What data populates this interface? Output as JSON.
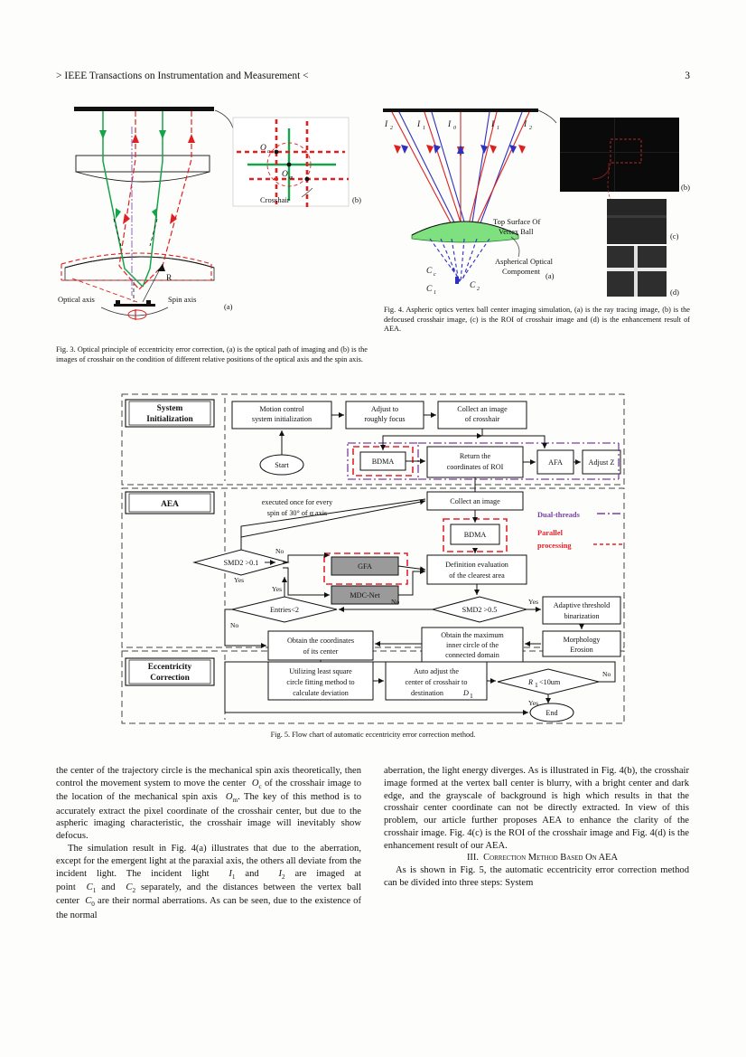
{
  "header": {
    "journal": "> IEEE Transactions on Instrumentation and Measurement <",
    "page": "3"
  },
  "fig3": {
    "label_a": "(a)",
    "label_b": "(b)",
    "optical_axis": "Optical axis",
    "spin_axis": "Spin axis",
    "radius": "R",
    "crosshair": "Crosshair",
    "o_c": "O",
    "o_c_sub": "c",
    "o_m": "O",
    "o_m_sub": "m",
    "caption": "Fig. 3.    Optical principle of eccentricity error correction, (a) is the optical path of imaging and (b) is the images of crosshair on the condition of different relative positions of the optical axis and the spin axis."
  },
  "fig4": {
    "rays": [
      "I",
      "I",
      "I",
      "I",
      "I"
    ],
    "ray_subs": [
      "2",
      "1",
      "0",
      "1",
      "2"
    ],
    "top_surface": "Top Surface Of",
    "vertex_ball": "Vertex Ball",
    "aspherical1": "Aspherical Optical",
    "aspherical2": "Compoment",
    "c_c": "C",
    "c_c_sub": "c",
    "c_1": "C",
    "c_1_sub": "1",
    "c_2": "C",
    "c_2_sub": "2",
    "label_a": "(a)",
    "label_b": "(b)",
    "label_c": "(c)",
    "label_d": "(d)",
    "caption": "Fig. 4.    Aspheric optics vertex ball center imaging simulation, (a) is the ray tracing image, (b) is the defocused crosshair image, (c) is the ROI of crosshair image and (d) is the enhancement result of AEA."
  },
  "fig5": {
    "caption": "Fig. 5.    Flow chart of automatic eccentricity error correction method.",
    "stages": [
      {
        "line1": "System",
        "line2": "Initialization"
      },
      {
        "line1": "AEA",
        "line2": ""
      },
      {
        "line1": "Eccentricity",
        "line2": "Correction"
      }
    ],
    "nodes": {
      "motion_control": [
        "Motion control",
        "system initialization"
      ],
      "adjust_focus": [
        "Adjust to",
        "roughly focus"
      ],
      "collect_crosshair": [
        "Collect an image",
        "of crosshair"
      ],
      "start": "Start",
      "bdma1": "BDMA",
      "return_roi": [
        "Return the",
        "coordinates of ROI"
      ],
      "afa": "AFA",
      "adjust_z": "Adjust Z",
      "collect_image": "Collect an image",
      "bdma2": "BDMA",
      "note": [
        "executed once for every",
        "spin of 30° of α axis"
      ],
      "gfa": "GFA",
      "mdcnet": "MDC-Net",
      "definition": [
        "Definition evaluation",
        "of the clearest area"
      ],
      "adaptive": [
        "Adaptive threshold",
        "binarization"
      ],
      "morphology": [
        "Morphology",
        "Erosion"
      ],
      "max_inner": [
        "Obtain the maximum",
        "inner circle of the",
        "connected domain"
      ],
      "obtain_center": [
        "Obtain the coordinates",
        "of its center"
      ],
      "least_square": [
        "Utilizing least square",
        "circle fitting method to",
        "calculate deviation"
      ],
      "auto_adjust": [
        "Auto adjust the",
        "center of crosshair to",
        "destination"
      ],
      "destination_sym": "D",
      "destination_sub": "1",
      "end": "End"
    },
    "decisions": {
      "smd2_01": "SMD2 >0.1",
      "entries": "Entries<2",
      "smd2_05": "SMD2 >0.5",
      "radius_check": "R",
      "radius_sub": "1",
      "radius_rest": " <10um"
    },
    "edge_labels": {
      "no": "No",
      "yes": "Yes"
    },
    "legend": {
      "dual_threads": "Dual-threads",
      "parallel1": "Parallel",
      "parallel2": "processing",
      "dual_color": "#7b3fa0",
      "parallel_color": "#e8202a"
    }
  },
  "body": {
    "left": [
      "the center of the trajectory circle is the mechanical spin axis theoretically, then control the movement system to move the center",
      "of the crosshair image to the location of the mechanical spin axis",
      ". The key of this method is to accurately extract the pixel coordinate of the crosshair center, but due to the aspheric imaging characteristic, the crosshair image will inevitably show defocus.",
      "The simulation result in Fig. 4(a) illustrates that due to the aberration, except for the emergent light at the paraxial axis, the others all deviate from the incident light. The incident light",
      "and",
      "are imaged at point",
      "and",
      "separately, and the distances between the vertex ball center",
      "are their normal aberrations. As can be seen, due to the existence of the normal"
    ],
    "left_syms": {
      "o_c": "O",
      "o_c_sub": "c",
      "o_m": "O",
      "o_m_sub": "m",
      "i1": "I",
      "i1_sub": "1",
      "i2": "I",
      "i2_sub": "2",
      "c1": "C",
      "c1_sub": "1",
      "c2": "C",
      "c2_sub": "2",
      "c0": "C",
      "c0_sub": "0"
    },
    "right_p1": "aberration, the light energy diverges. As is illustrated in Fig. 4(b), the crosshair image formed at the vertex ball center is blurry, with a bright center and dark edge, and the grayscale of background is high which results in that the crosshair center coordinate can not be directly extracted. In view of this problem, our article further proposes AEA to enhance the clarity of the crosshair image. Fig. 4(c) is the ROI of the crosshair image and Fig. 4(d) is the enhancement result of our AEA.",
    "section_num": "III.",
    "section_title": "Correction Method Based On AEA",
    "right_p2": "As is shown in Fig. 5, the automatic eccentricity error correction method can be divided into three steps: System"
  }
}
